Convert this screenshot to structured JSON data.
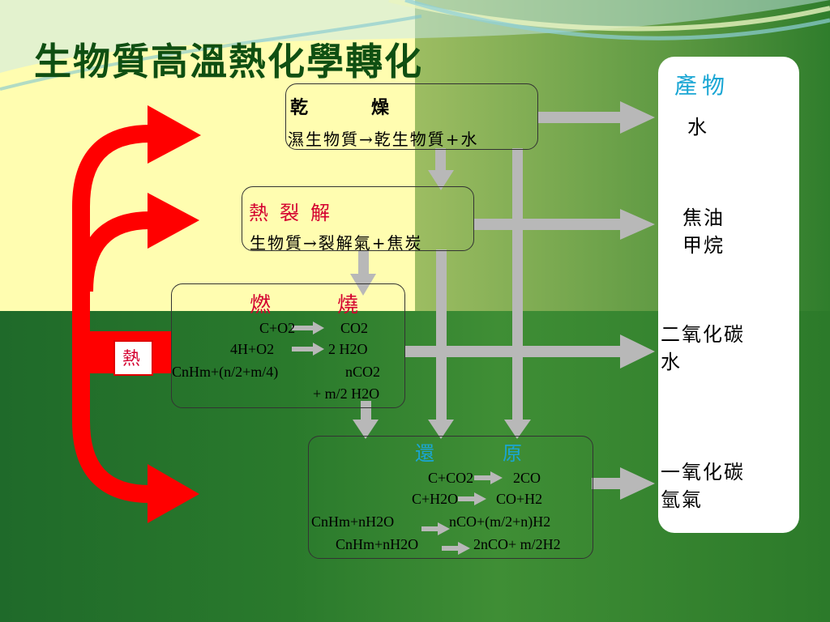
{
  "title": "生物質高溫熱化學轉化",
  "heat_label": "熱",
  "drying": {
    "heading": "乾　燥",
    "equation": "濕生物質→乾生物質+水"
  },
  "pyrolysis": {
    "heading": "熱裂解",
    "equation": "生物質→裂解氣+焦炭"
  },
  "combustion": {
    "heading": "燃　燒",
    "reactions": [
      {
        "left": "C+O2",
        "right": "CO2"
      },
      {
        "left": "4H+O2",
        "right": "2 H2O"
      },
      {
        "left": "CnHm+(n/2+m/4)",
        "right": "nCO2"
      },
      {
        "left": "",
        "right": "+ m/2 H2O"
      }
    ]
  },
  "reduction": {
    "heading": "還　原",
    "reactions": [
      {
        "left": "C+CO2",
        "right": "2CO"
      },
      {
        "left": "C+H2O",
        "right": "CO+H2"
      },
      {
        "left": "CnHm+nH2O",
        "right": "nCO+(m/2+n)H2"
      },
      {
        "left": "CnHm+nH2O",
        "right": "2nCO+ m/2H2"
      }
    ]
  },
  "products": {
    "title": "產物",
    "items": [
      {
        "lines": [
          "水"
        ]
      },
      {
        "lines": [
          "焦油",
          "甲烷"
        ]
      },
      {
        "lines": [
          "二氧化碳",
          "水"
        ]
      },
      {
        "lines": [
          "一氧化碳",
          "氫氣"
        ]
      }
    ]
  },
  "colors": {
    "heat_arrow": "#ff0000",
    "flow_arrow": "#b8b8b8",
    "reduction_heading": "#1aa6d4",
    "combustion_heading": "#d4002f"
  }
}
